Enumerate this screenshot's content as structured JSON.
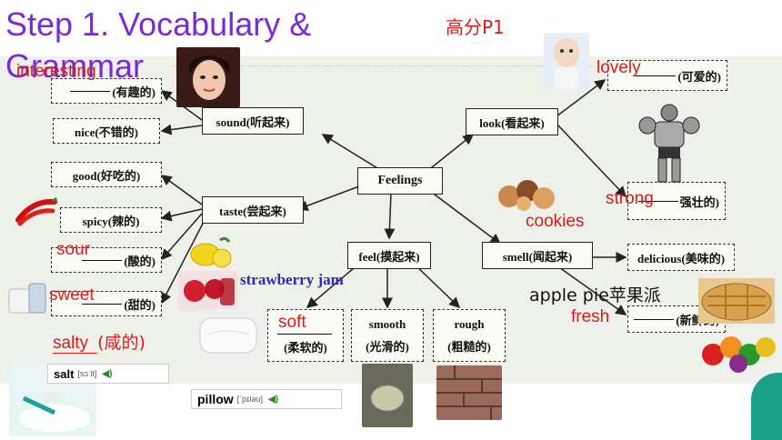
{
  "header": {
    "title_line1": "Step 1. Vocabulary &",
    "title_line2": "Grammar",
    "ref": "高分P1"
  },
  "map": {
    "center": "Feelings",
    "look": "look(看起来)",
    "sound": "sound(听起来)",
    "taste": "taste(尝起来)",
    "feel": "feel(摸起来)",
    "smell": "smell(闻起来)",
    "interesting_cn": "(有趣的)",
    "nice": "nice(不错的)",
    "good": "good(好吃的)",
    "spicy": "spicy(辣的)",
    "sour_cn": "(酸的)",
    "sweet_cn": "(甜的)",
    "salty_cn": "(咸的)",
    "lovely_cn": "(可爱的)",
    "strong_cn": "强壮的)",
    "delicious": "delicious(美味的)",
    "fresh_cn": "(新鲜的)",
    "soft_cn": "(柔软的)",
    "smooth": "smooth",
    "smooth_cn": "(光滑的)",
    "rough": "rough",
    "rough_cn": "(粗糙的)"
  },
  "answers": {
    "interesting": "interesting",
    "lovely": "lovely",
    "strong": "strong",
    "cookies": "cookies",
    "sour": "sour",
    "sweet": "sweet",
    "salty": "salty",
    "soft": "soft",
    "fresh": "fresh"
  },
  "labels": {
    "strawberry_jam": "strawberry jam",
    "apple_pie": "apple pie苹果派"
  },
  "cards": {
    "salt": "salt",
    "salt_phon": "[sɔːlt]",
    "pillow": "pillow",
    "pillow_phon": "[ˈpɪləʊ]"
  },
  "colors": {
    "title": "#7a2bd3",
    "answer": "#d81b1b",
    "jam": "#2a2ab8"
  }
}
